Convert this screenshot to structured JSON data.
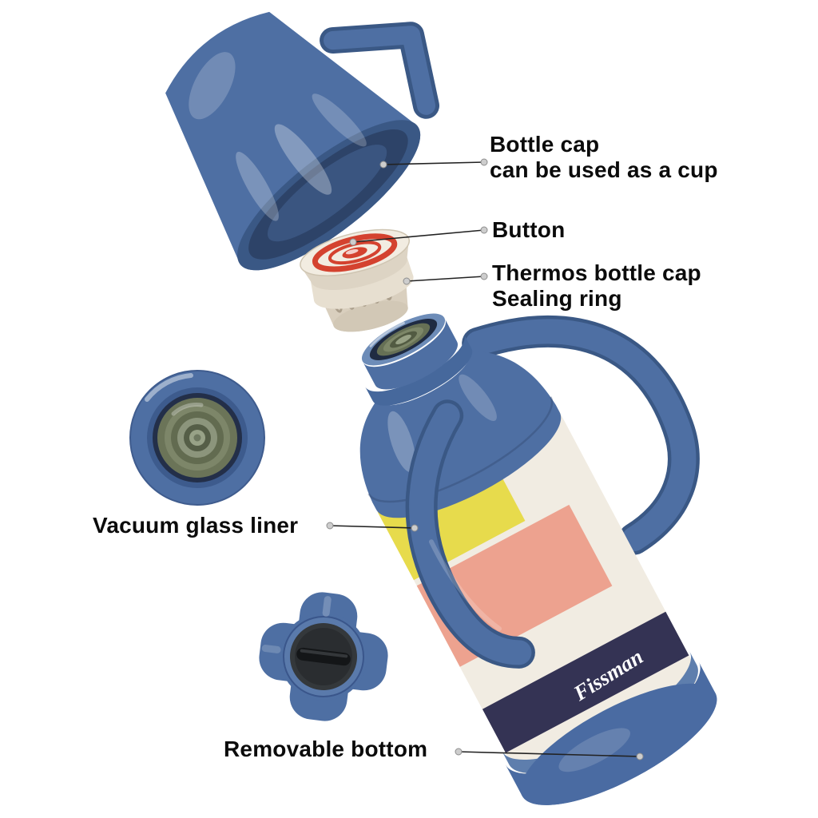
{
  "brand": "Fissman",
  "labels": {
    "bottle_cap": {
      "line1": "Bottle cap",
      "line2": "can be used as a cup"
    },
    "button": "Button",
    "thermos_cap": {
      "line1": "Thermos bottle cap",
      "line2": "Sealing ring"
    },
    "vacuum_liner": "Vacuum glass liner",
    "removable_bottom": "Removable bottom"
  },
  "colors": {
    "blue": "#4e6fa3",
    "blue_mid": "#46689c",
    "blue_base": "#4a6ba2",
    "blue_dark": "#3a5885",
    "blue_deep": "#2d4368",
    "blue_light": "#6d8cb8",
    "blue_ring": "#5e7ead",
    "navy": "#343354",
    "yellow": "#e7db4c",
    "pink": "#eda28f",
    "cream": "#f1ece2",
    "cap_cream": "#ece4d6",
    "cap_shadow": "#d9cfbe",
    "red": "#d4422f",
    "glass_dark": "#555e47",
    "glass_mid": "#7d8768",
    "glass_light": "#98a285",
    "bottom_dark": "#2a2d30",
    "line": "#222222"
  }
}
